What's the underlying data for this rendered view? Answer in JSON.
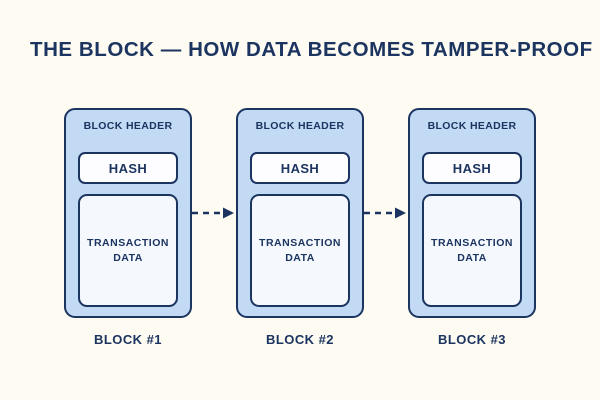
{
  "page": {
    "title": "THE BLOCK — HOW DATA BECOMES TAMPER-PROOF",
    "background_color": "#fdfbf2",
    "accent_color": "#1c3460",
    "block_fill_color": "#c3daf5",
    "hash_fill_color": "#fdfdff",
    "transaction_fill_color": "#f5f9fe"
  },
  "diagram": {
    "type": "flow",
    "blocks": [
      {
        "header_label": "BLOCK HEADER",
        "hash_label": "HASH",
        "transaction_label": "TRANSACTION\nDATA",
        "caption": "BLOCK #1"
      },
      {
        "header_label": "BLOCK HEADER",
        "hash_label": "HASH",
        "transaction_label": "TRANSACTION\nDATA",
        "caption": "BLOCK #2"
      },
      {
        "header_label": "BLOCK HEADER",
        "hash_label": "HASH",
        "transaction_label": "TRANSACTION\nDATA",
        "caption": "BLOCK #3"
      }
    ],
    "connectors": [
      {
        "name": "arrow-block1-to-block2",
        "style": "dashed",
        "direction": "right"
      },
      {
        "name": "arrow-block2-to-block3",
        "style": "dashed",
        "direction": "right"
      }
    ]
  }
}
